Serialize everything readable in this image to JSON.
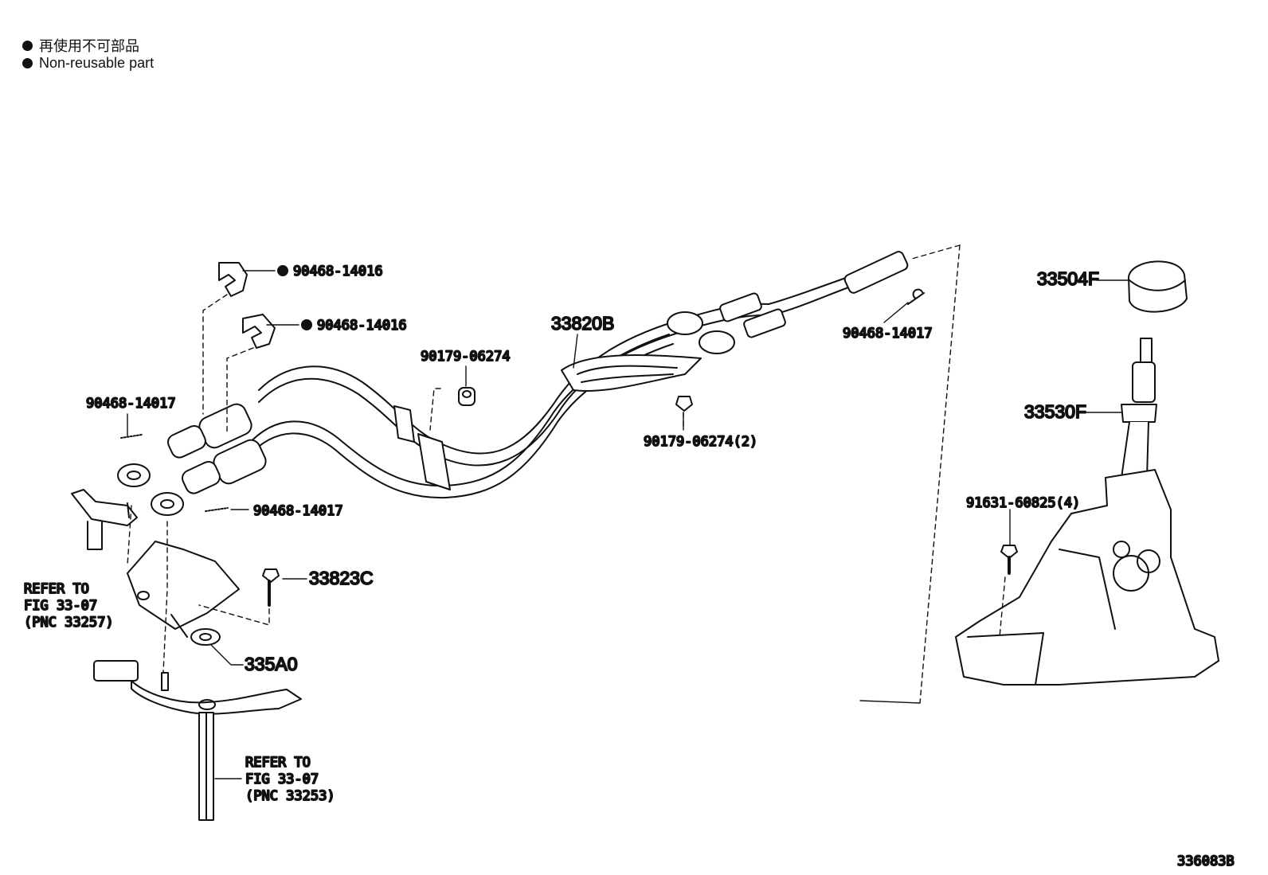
{
  "legend": {
    "line_jp": "再使用不可部品",
    "line_en": "Non-reusable part"
  },
  "callouts": {
    "clip_upper": "90468-14016",
    "clip_lower": "90468-14016",
    "pin_left": "90468-14017",
    "pin_lower": "90468-14017",
    "pin_right": "90468-14017",
    "grommet": "90179-06274",
    "nut": "90179-06274(2)",
    "cable_assembly": "33820B",
    "knob": "33504F",
    "lever": "33530F",
    "bolts": "91631-60825(4)",
    "bolt_bracket": "33823C",
    "bracket": "335A0"
  },
  "refer_left": {
    "line1": "REFER TO",
    "line2": "FIG 33-07",
    "line3": "(PNC 33257)"
  },
  "refer_bottom": {
    "line1": "REFER TO",
    "line2": "FIG 33-07",
    "line3": "(PNC 33253)"
  },
  "figure_id": "336083B",
  "colors": {
    "ink": "#111111",
    "paper": "#ffffff"
  }
}
